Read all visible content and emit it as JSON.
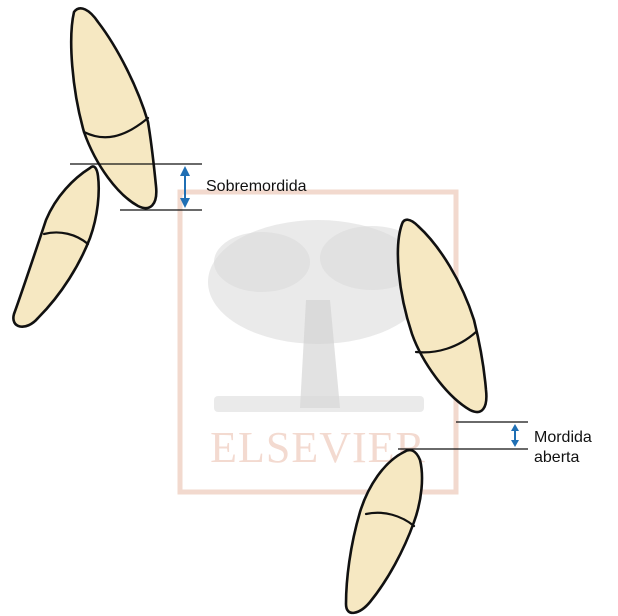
{
  "diagram": {
    "labels": {
      "overbite": "Sobremordida",
      "open_bite_line1": "Mordida",
      "open_bite_line2": "aberta"
    },
    "watermark": {
      "text": "ELSEVIER"
    },
    "colors": {
      "tooth_fill": "#f6e8c2",
      "outline": "#111111",
      "arrow": "#1f6fb4",
      "watermark": "#ecc2b2"
    }
  }
}
